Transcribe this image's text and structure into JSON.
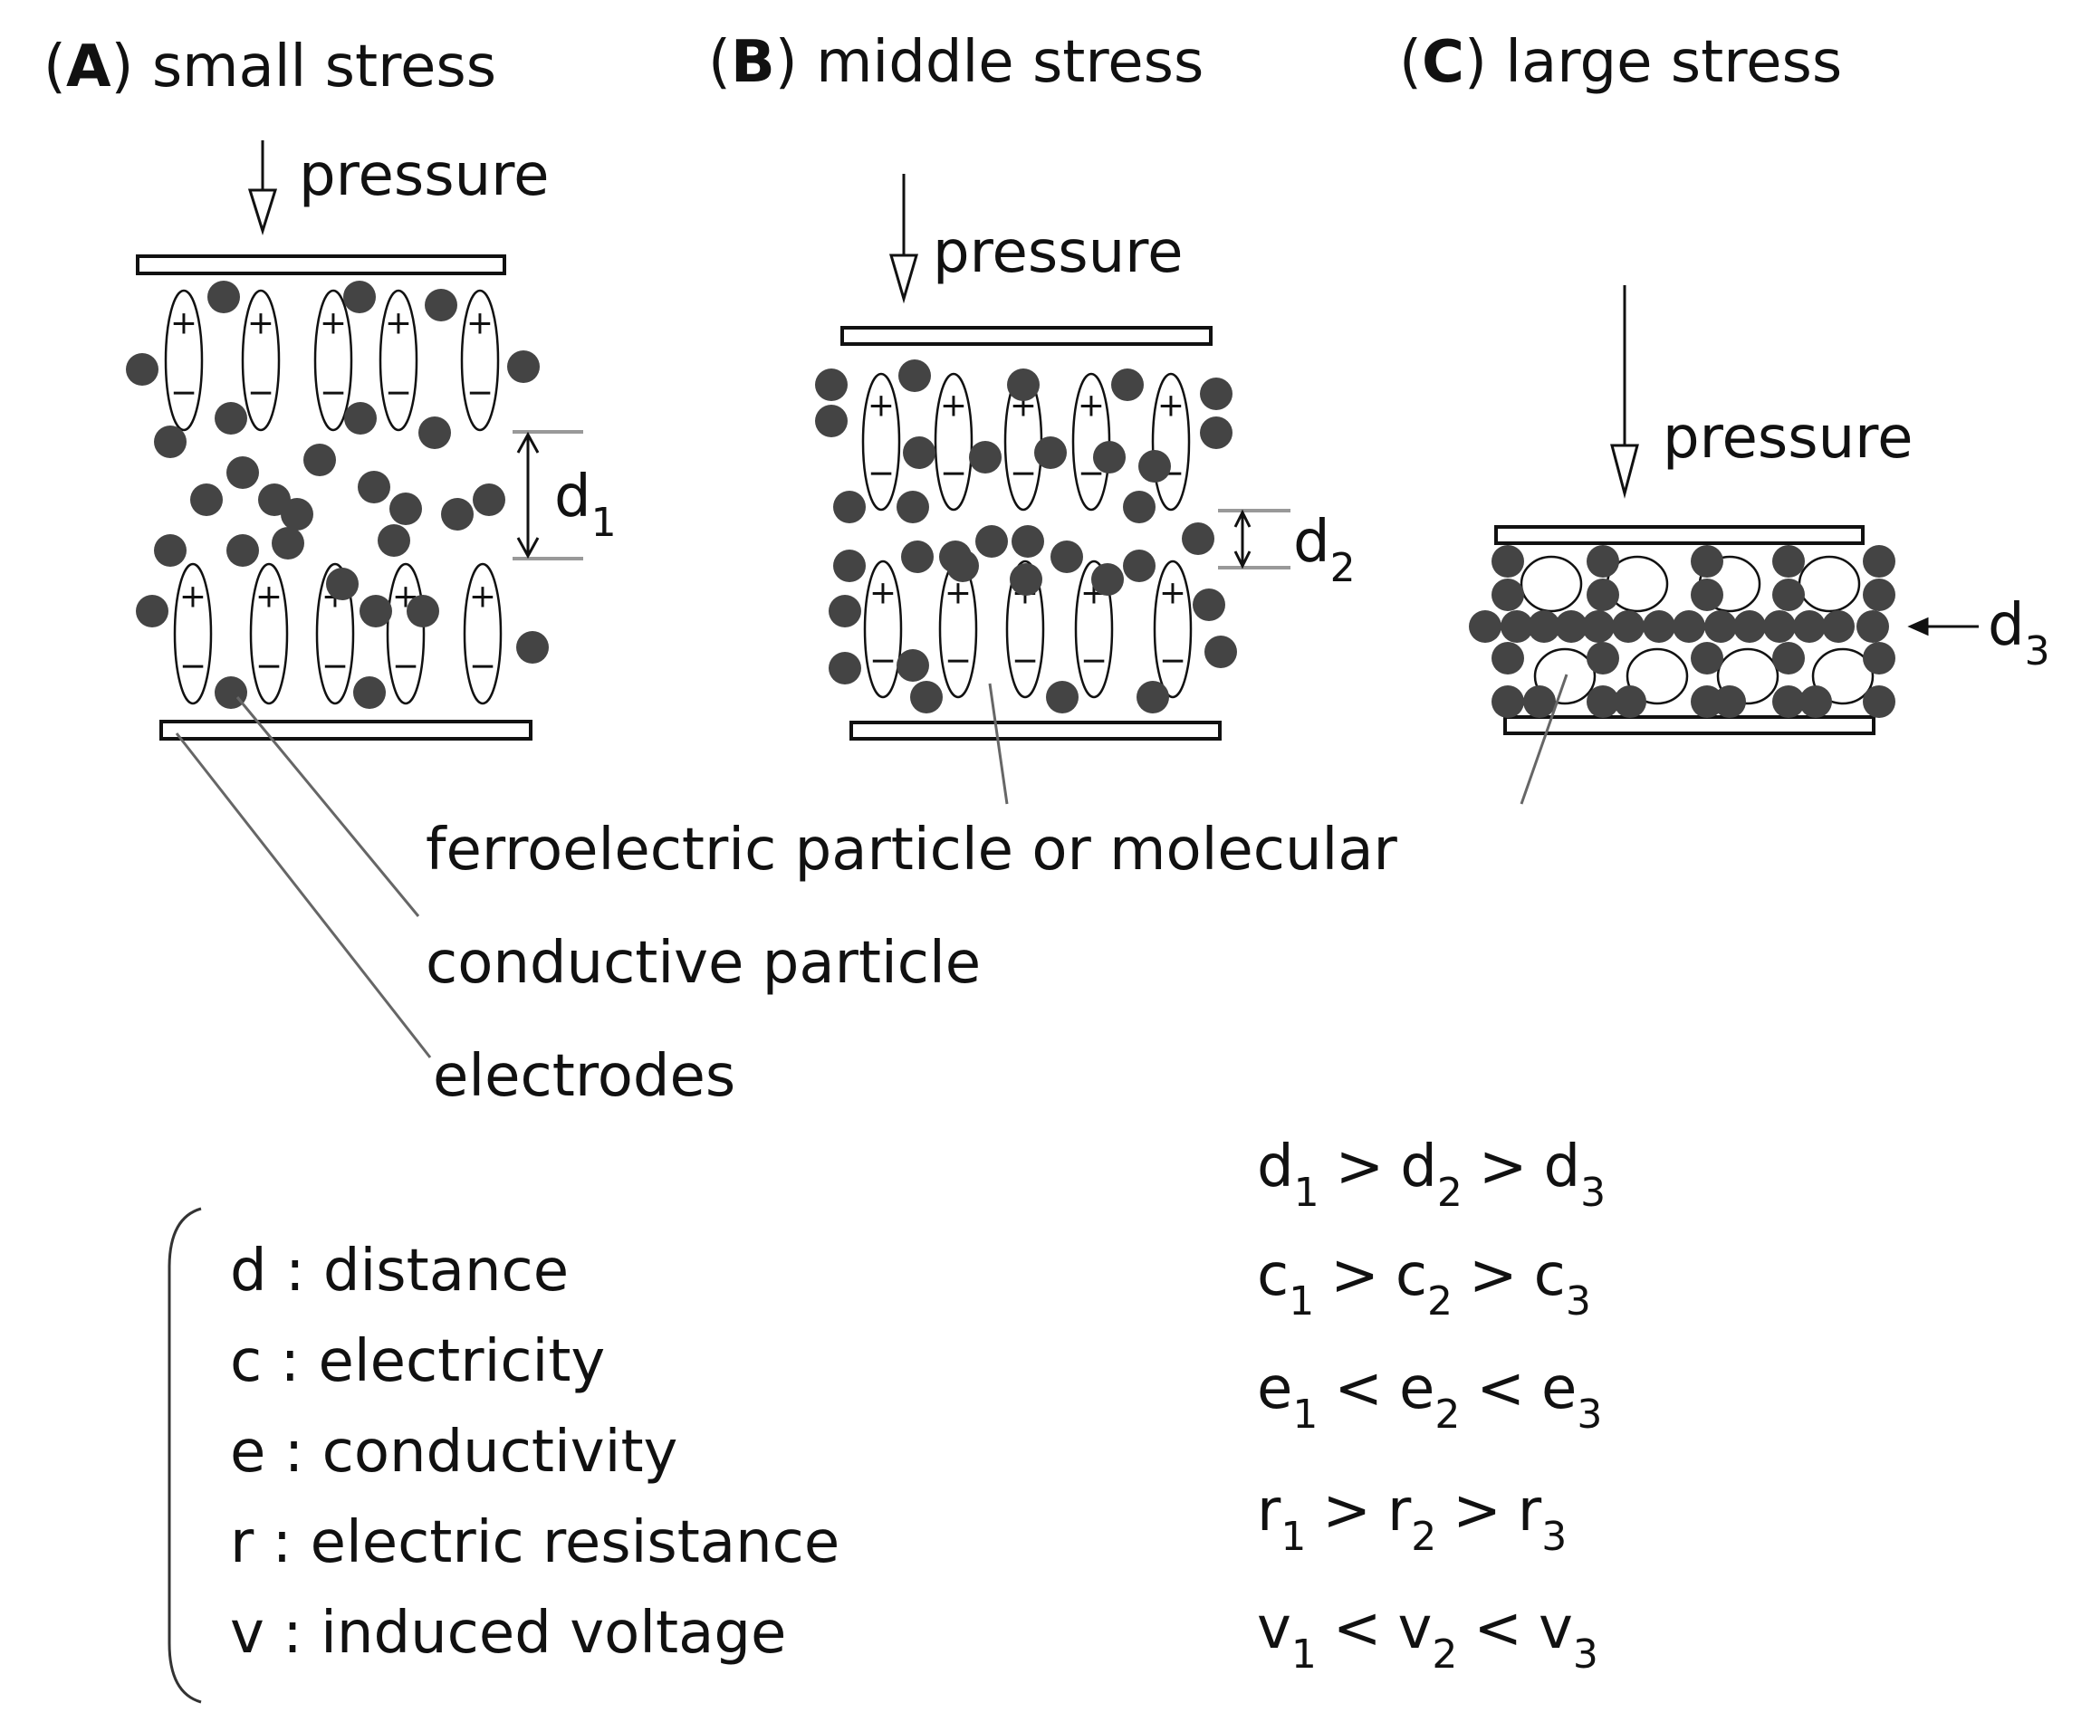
{
  "panels": {
    "a": {
      "letter": "A",
      "title": "small stress",
      "pressure": "pressure",
      "gap_label": "d",
      "gap_sub": "1"
    },
    "b": {
      "letter": "B",
      "title": "middle stress",
      "pressure": "pressure",
      "gap_label": "d",
      "gap_sub": "2"
    },
    "c": {
      "letter": "C",
      "title": "large stress",
      "pressure": "pressure",
      "gap_label": "d",
      "gap_sub": "3"
    }
  },
  "charges": {
    "plus": "+",
    "minus": "−"
  },
  "callouts": {
    "ferroelectric": "ferroelectric particle or molecular",
    "conductive": "conductive particle",
    "electrodes": "electrodes"
  },
  "legend": [
    {
      "sym": "d",
      "desc": ": distance"
    },
    {
      "sym": "c",
      "desc": ": electricity"
    },
    {
      "sym": "e",
      "desc": ": conductivity"
    },
    {
      "sym": "r",
      "desc": ": electric resistance"
    },
    {
      "sym": "v",
      "desc": ": induced voltage"
    }
  ],
  "relations": [
    {
      "v": "d",
      "s1": "1",
      "op1": ">",
      "s2": "2",
      "op2": ">",
      "s3": "3"
    },
    {
      "v": "c",
      "s1": "1",
      "op1": ">",
      "s2": "2",
      "op2": ">",
      "s3": "3"
    },
    {
      "v": "e",
      "s1": "1",
      "op1": "<",
      "s2": "2",
      "op2": "<",
      "s3": "3"
    },
    {
      "v": "r",
      "s1": "1",
      "op1": ">",
      "s2": "2",
      "op2": ">",
      "s3": "3"
    },
    {
      "v": "v",
      "s1": "1",
      "op1": "<",
      "s2": "2",
      "op2": "<",
      "s3": "3"
    }
  ],
  "colors": {
    "ink": "#111111",
    "particle": "#444444",
    "leader": "#666666",
    "gap_line": "#999999"
  }
}
